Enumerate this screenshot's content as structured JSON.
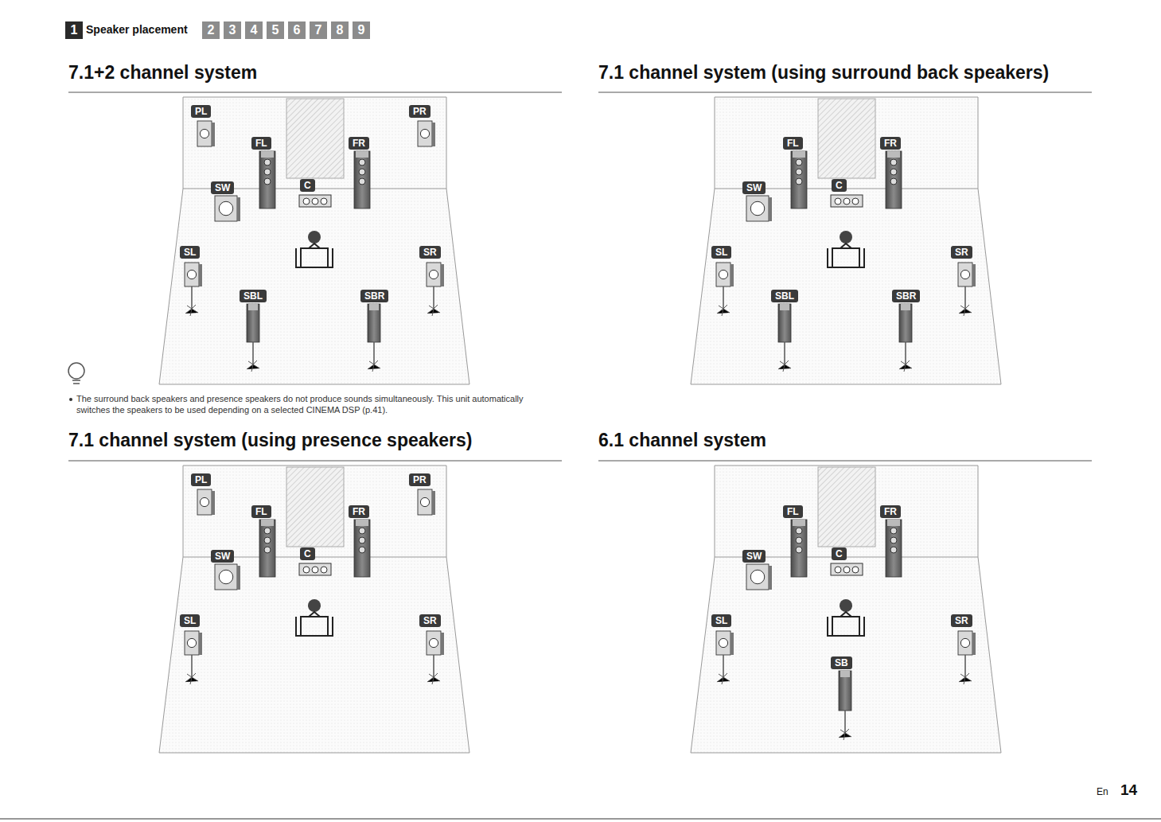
{
  "diagram": {
    "title": "Speaker placement",
    "nodes": [
      {
        "text": [
          "7.1+2 channel system"
        ]
      },
      {
        "text": [
          "7.1 channel system (using surround back speakers)"
        ]
      },
      {
        "text": [
          "7.1 channel system (using presence speakers)"
        ]
      },
      {
        "text": [
          "6.1 channel system"
        ]
      }
    ],
    "labels": [
      "1",
      "2",
      "3",
      "4",
      "5",
      "6",
      "7",
      "8",
      "9",
      "PL",
      "PR",
      "FL",
      "FR",
      "SW",
      "C",
      "SL",
      "SR",
      "SBL",
      "SBR",
      "The surround back speakers and presence speakers do not produce sounds simultaneously. This unit automatically switches the speakers to be used depending on a selected CINEMA DSP (p.41).",
      "FL",
      "FR",
      "SW",
      "C",
      "SL",
      "SR",
      "SBL",
      "SBR",
      "PL",
      "PR",
      "FL",
      "FR",
      "SW",
      "C",
      "SL",
      "SR",
      "FL",
      "FR",
      "SW",
      "C",
      "SL",
      "SR",
      "SB",
      "En",
      "14"
    ]
  }
}
